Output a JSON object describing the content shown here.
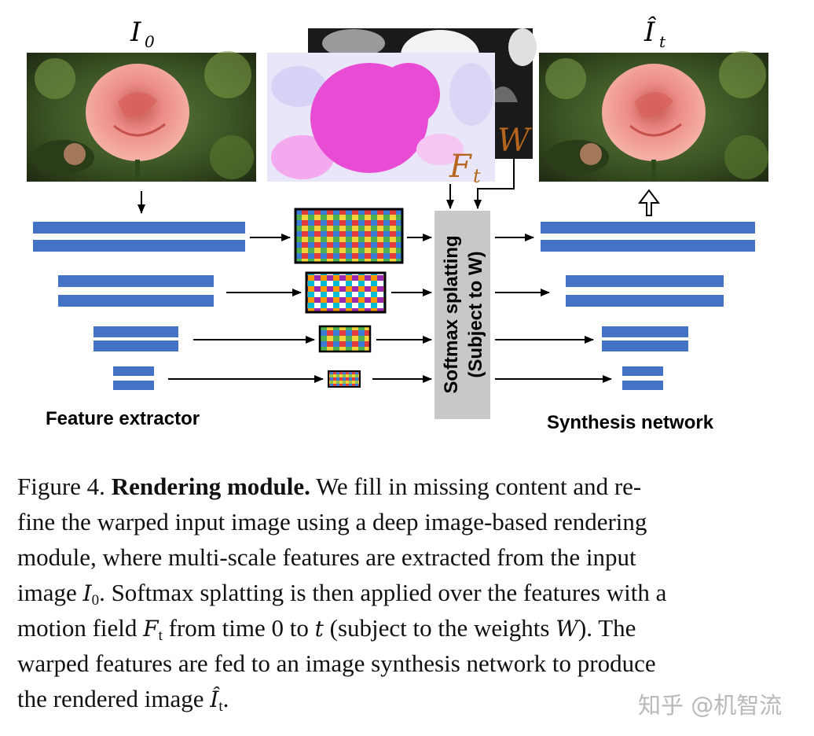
{
  "labels": {
    "input_image_symbol": "I",
    "input_image_subscript": "0",
    "output_image_symbol": "Î",
    "output_image_subscript": "t",
    "flow_symbol": "F",
    "flow_subscript": "t",
    "weights_symbol": "W",
    "splatting_line1": "Softmax splatting",
    "splatting_line2": "(Subject to W)",
    "feature_extractor": "Feature extractor",
    "synthesis_network": "Synthesis network"
  },
  "caption": {
    "line1_prefix": "Figure 4. ",
    "line1_bold": "Rendering module.",
    "line1_rest": " We fill in missing content and re-",
    "line2": "fine the warped input image using a deep image-based rendering",
    "line3": "module, where multi-scale features are extracted from the input",
    "line4_a": "image ",
    "line4_math": "I",
    "line4_sub": "0",
    "line4_b": ". Softmax splatting is then applied over the features with a",
    "line5_a": "motion field ",
    "line5_math": "F",
    "line5_sub": "t",
    "line5_b": " from time 0 to ",
    "line5_t": "t",
    "line5_c": " (subject to the weights ",
    "line5_w": "W",
    "line5_d": "). The",
    "line6": "warped features are fed to an image synthesis network to produce",
    "line7_a": "the rendered image ",
    "line7_math": "Î",
    "line7_sub": "t",
    "line7_b": "."
  },
  "watermark": "知乎 @机智流",
  "colors": {
    "feature_bar": "#4472c4",
    "splat_box": "#c8c8c8",
    "flow_label": "#b5651d",
    "rose": "#ec8c86",
    "foliage": "#3d5a24",
    "flow_magenta": "#e84cd4"
  },
  "icons": [
    "rose-photo",
    "flow-visualization",
    "weight-map",
    "feature-grid",
    "hollow-up-arrow"
  ]
}
